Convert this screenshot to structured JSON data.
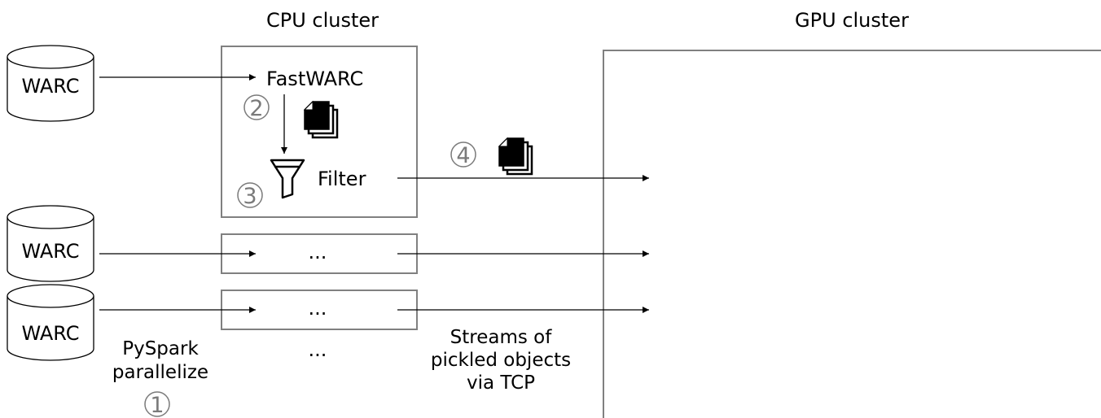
{
  "cpu_cluster": {
    "title": "CPU cluster",
    "fastwarc_label": "FastWARC",
    "filter_label": "Filter",
    "row_ellipsis": [
      "...",
      "..."
    ],
    "more_ellipsis": "..."
  },
  "gpu_cluster": {
    "title": "GPU cluster"
  },
  "warc_inputs": [
    "WARC",
    "WARC",
    "WARC"
  ],
  "steps": {
    "step1": "1",
    "step2": "2",
    "step3": "3",
    "step4": "4"
  },
  "pyspark_label": [
    "PySpark",
    "parallelize"
  ],
  "stream_label": [
    "Streams of",
    "pickled objects",
    "via TCP"
  ],
  "icons": {
    "documents": "documents-stack-icon",
    "filter": "funnel-icon",
    "storage": "cylinder-database-icon"
  },
  "colors": {
    "box_stroke": "#808080",
    "step_number": "#7a7a7a",
    "arrows": "#000000"
  }
}
